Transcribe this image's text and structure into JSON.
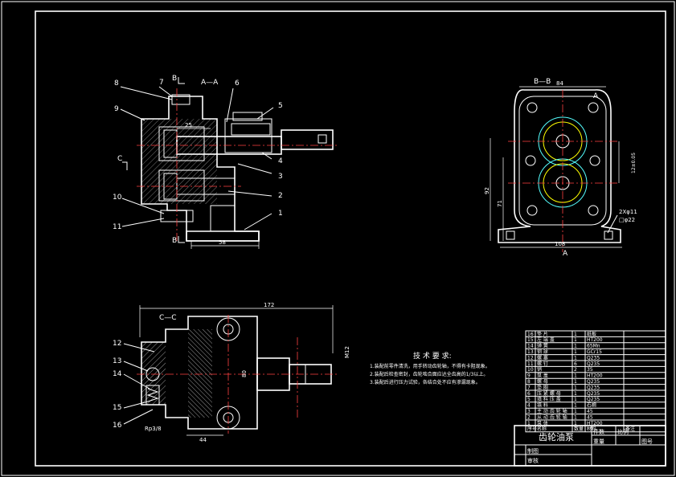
{
  "views": {
    "section_aa": "A—A",
    "section_bb": "B—B",
    "section_cc": "C—C",
    "marker_a": "A",
    "marker_b": "B",
    "marker_c": "C"
  },
  "callouts": [
    "1",
    "2",
    "3",
    "4",
    "5",
    "6",
    "7",
    "8",
    "9",
    "10",
    "11",
    "12",
    "13",
    "14",
    "15",
    "16"
  ],
  "dims": {
    "d58": "58",
    "d25": "25",
    "d84": "84",
    "d92": "92",
    "d71": "71",
    "d108": "108",
    "d172": "172",
    "d44": "44",
    "d80": "80",
    "dM12": "M12",
    "d2x11": "2Xφ11",
    "dphi22": "□φ22",
    "rp": "Rp3/8",
    "d12": "12±0.05"
  },
  "tech_req": {
    "title": "技 术 要 求:",
    "lines": [
      "1.装配前零件清洗，用手转动齿轮轴，不得有卡阻现象。",
      "2.装配后检查密封，齿轮啮合面应达全齿高的1/3以上。",
      "3.装配后进行压力试验，各结合处不应有渗漏现象。"
    ]
  },
  "title_block": {
    "name": "齿轮油泵",
    "scale_label": "比例",
    "count_label": "件数",
    "drawing_no_label": "图号",
    "weight_label": "重量",
    "drawn_label": "制图",
    "checked_label": "审核",
    "header": {
      "no": "序号",
      "name": "名称",
      "qty": "数量",
      "material": "材料",
      "remark": "备注"
    }
  },
  "bom": [
    {
      "no": "16",
      "name": "垫 片",
      "qty": "1",
      "material": "纸板"
    },
    {
      "no": "15",
      "name": "左 端 盖",
      "qty": "1",
      "material": "HT200"
    },
    {
      "no": "14",
      "name": "弹 簧",
      "qty": "1",
      "material": "65Mn"
    },
    {
      "no": "13",
      "name": "钢 球",
      "qty": "1",
      "material": "GCr15"
    },
    {
      "no": "12",
      "name": "螺 塞",
      "qty": "1",
      "material": "Q235"
    },
    {
      "no": "11",
      "name": "螺 钉",
      "qty": "6",
      "material": "Q235"
    },
    {
      "no": "10",
      "name": "销",
      "qty": "2",
      "material": "35"
    },
    {
      "no": "9",
      "name": "泵 盖",
      "qty": "1",
      "material": "HT200"
    },
    {
      "no": "8",
      "name": "螺 母",
      "qty": "1",
      "material": "Q235"
    },
    {
      "no": "7",
      "name": "垫 圈",
      "qty": "1",
      "material": "Q235"
    },
    {
      "no": "6",
      "name": "压 紧 螺 母",
      "qty": "1",
      "material": "Q235"
    },
    {
      "no": "5",
      "name": "填 料 压 盖",
      "qty": "1",
      "material": "Q235"
    },
    {
      "no": "4",
      "name": "填 料",
      "qty": "1",
      "material": "石棉"
    },
    {
      "no": "3",
      "name": "主 动 齿 轮 轴",
      "qty": "1",
      "material": "45"
    },
    {
      "no": "2",
      "name": "从 动 齿 轮 轴",
      "qty": "1",
      "material": "45"
    },
    {
      "no": "1",
      "name": "泵 体",
      "qty": "1",
      "material": "HT200"
    }
  ]
}
